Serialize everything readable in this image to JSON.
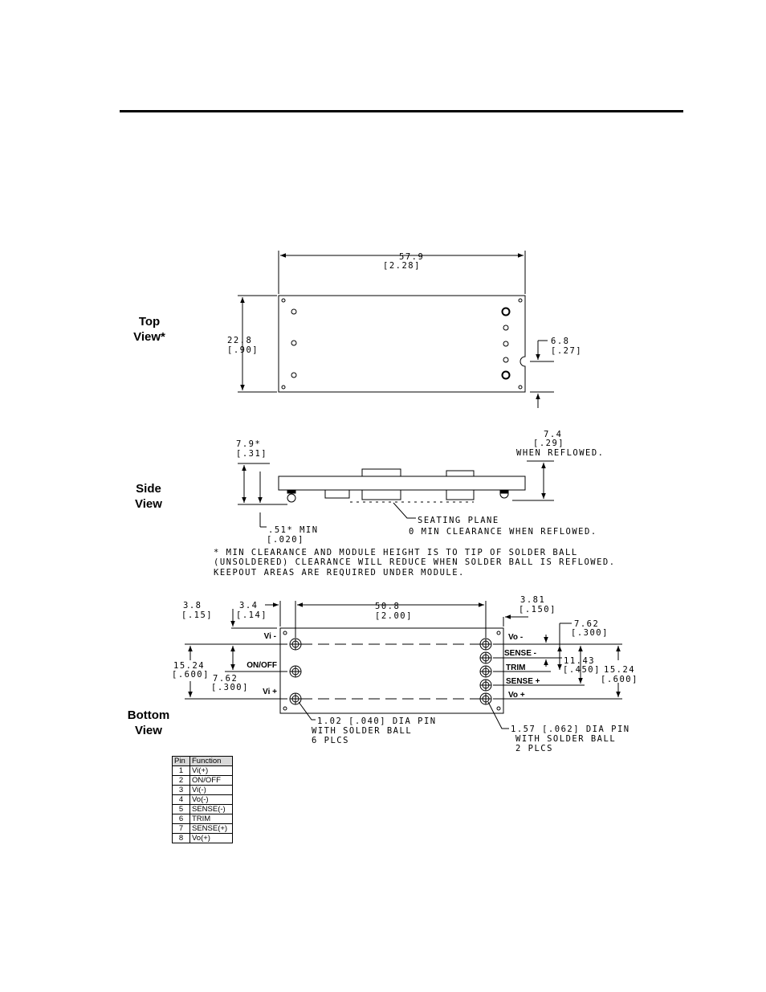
{
  "views": {
    "top": {
      "label_line1": "Top",
      "label_line2": "View*"
    },
    "side": {
      "label_line1": "Side",
      "label_line2": "View"
    },
    "bottom": {
      "label_line1": "Bottom",
      "label_line2": "View"
    }
  },
  "top_view_dims": {
    "length_mm": "57.9",
    "length_in": "[2.28]",
    "width_mm": "22.8",
    "width_in": "[.90]",
    "notch_mm": "6.8",
    "notch_in": "[.27]"
  },
  "side_view_dims": {
    "height_mm": "7.9*",
    "height_in": "[.31]",
    "reflow_mm": "7.4",
    "reflow_in": "[.29]",
    "reflow_note": "WHEN REFLOWED.",
    "clear_mm": ".51* MIN",
    "clear_in": "[.020]",
    "seating_line1": "SEATING PLANE",
    "seating_line2": "0 MIN CLEARANCE WHEN REFLOWED."
  },
  "footnote": {
    "line1": "* MIN CLEARANCE AND MODULE HEIGHT IS TO TIP OF SOLDER BALL",
    "line2": "(UNSOLDERED) CLEARANCE WILL REDUCE WHEN SOLDER BALL IS REFLOWED.",
    "line3": "KEEPOUT AREAS ARE REQUIRED UNDER MODULE."
  },
  "bottom_view_dims": {
    "d1_mm": "3.8",
    "d1_in": "[.15]",
    "d2_mm": "3.4",
    "d2_in": "[.14]",
    "d3_mm": "50.8",
    "d3_in": "[2.00]",
    "d4_mm": "3.81",
    "d4_in": "[.150]",
    "d5_mm": "7.62",
    "d5_in": "[.300]",
    "d6_mm": "11.43",
    "d6_in": "[.450]",
    "d7_mm": "15.24",
    "d7_in": "[.600]",
    "d8_mm": "15.24",
    "d8_in": "[.600]",
    "d9_mm": "7.62",
    "d9_in": "[.300]",
    "pin_small_line1": "1.02 [.040] DIA PIN",
    "pin_small_line2": "WITH SOLDER BALL",
    "pin_small_line3": "6 PLCS",
    "pin_large_line1": "1.57 [.062] DIA PIN",
    "pin_large_line2": "WITH SOLDER BALL",
    "pin_large_line3": "2 PLCS"
  },
  "pin_labels": {
    "left": [
      "Vi -",
      "ON/OFF",
      "Vi +"
    ],
    "right": [
      "Vo -",
      "SENSE -",
      "TRIM",
      "SENSE +",
      "Vo +"
    ]
  },
  "pin_table": {
    "headers": [
      "Pin",
      "Function"
    ],
    "rows": [
      {
        "pin": "1",
        "function": "Vi(+)"
      },
      {
        "pin": "2",
        "function": "ON/OFF"
      },
      {
        "pin": "3",
        "function": "Vi(-)"
      },
      {
        "pin": "4",
        "function": "Vo(-)"
      },
      {
        "pin": "5",
        "function": "SENSE(-)"
      },
      {
        "pin": "6",
        "function": "TRIM"
      },
      {
        "pin": "7",
        "function": "SENSE(+)"
      },
      {
        "pin": "8",
        "function": "Vo(+)"
      }
    ]
  }
}
